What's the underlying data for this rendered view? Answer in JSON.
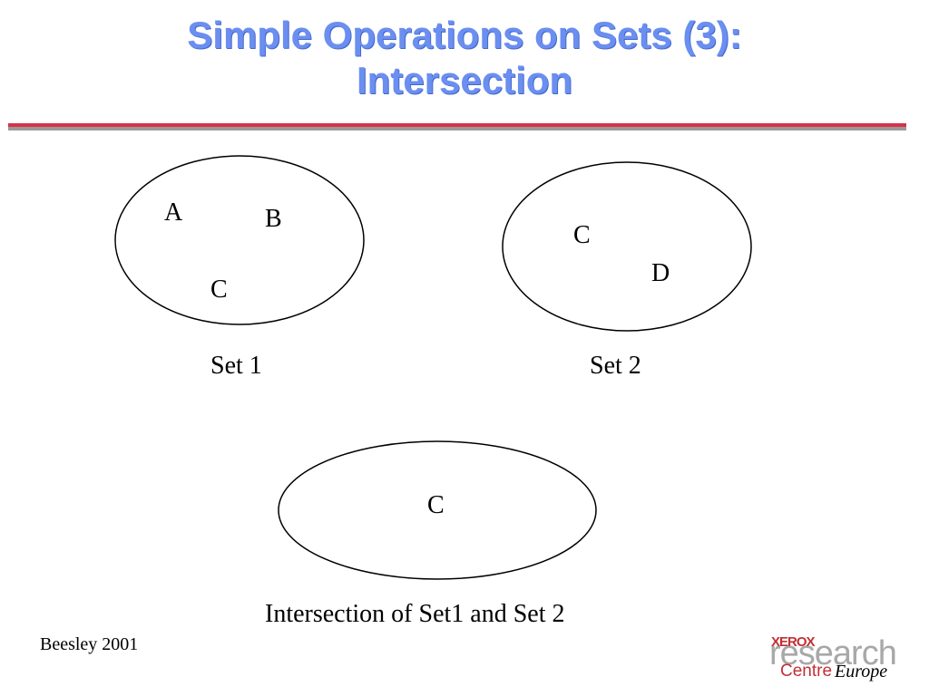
{
  "slide": {
    "title_line1": "Simple Operations on Sets (3):",
    "title_line2": "Intersection",
    "footer": "Beesley 2001"
  },
  "set1": {
    "elements": [
      "A",
      "B",
      "C"
    ],
    "caption": "Set 1"
  },
  "set2": {
    "elements": [
      "C",
      "D"
    ],
    "caption": "Set 2"
  },
  "intersection": {
    "elements": [
      "C"
    ],
    "caption": "Intersection of Set1 and Set 2"
  },
  "logo": {
    "brand": "XEROX",
    "word": "research",
    "centre": "Centre",
    "europe": "Europe"
  },
  "colors": {
    "title": "#6b8ff0",
    "rule_red": "#d9304a",
    "rule_gray": "#9a9a9a"
  }
}
